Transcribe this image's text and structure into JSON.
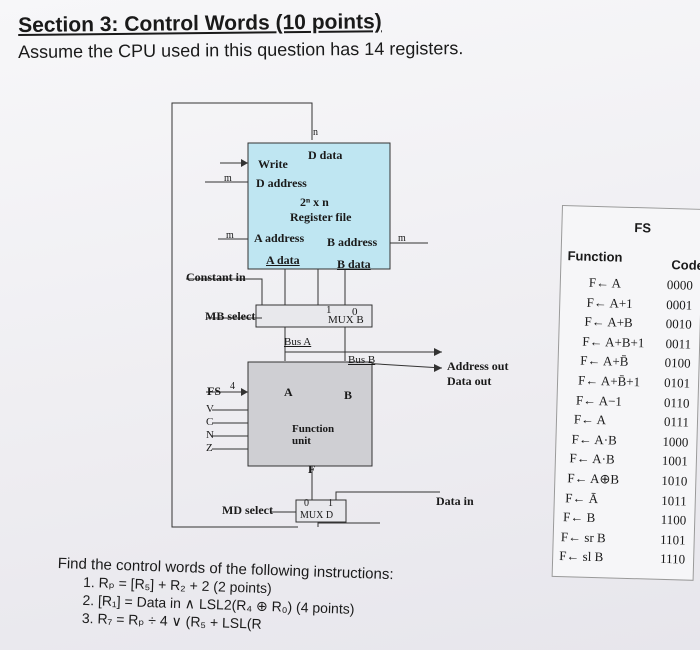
{
  "section": {
    "title": "Section 3: Control Words (10 points)",
    "subtitle": "Assume the CPU used in this question has 14 registers."
  },
  "diagram": {
    "register_file": {
      "d_data": "D data",
      "write": "Write",
      "d_address": "D address",
      "size_label": "2ⁿ x n",
      "name": "Register file",
      "a_address": "A address",
      "b_address": "B address",
      "a_data": "A data",
      "b_data": "B data"
    },
    "bus_width_n": "n",
    "bus_width_m": "m",
    "constant_in": "Constant in",
    "mb_select": "MB select",
    "mux_b": "MUX B",
    "mux_b_one": "1",
    "mux_b_zero": "0",
    "bus_a": "Bus A",
    "bus_b": "Bus B",
    "address_out": "Address out",
    "data_out": "Data out",
    "fs": "FS",
    "fs_width": "4",
    "port_a": "A",
    "port_b": "B",
    "function_unit": "Function unit",
    "flags": [
      "V",
      "C",
      "N",
      "Z"
    ],
    "port_f": "F",
    "data_in": "Data in",
    "md_select": "MD select",
    "mux_d": "MUX D",
    "mux_d_zero": "0",
    "mux_d_one": "1"
  },
  "fs_table": {
    "header": "FS",
    "col_function": "Function",
    "col_code": "Code",
    "rows": [
      {
        "fn": "F← A",
        "code": "0000"
      },
      {
        "fn": "F← A+1",
        "code": "0001"
      },
      {
        "fn": "F← A+B",
        "code": "0010"
      },
      {
        "fn": "F← A+B+1",
        "code": "0011"
      },
      {
        "fn": "F← A+B̄",
        "code": "0100"
      },
      {
        "fn": "F← A+B̄+1",
        "code": "0101"
      },
      {
        "fn": "F← A−1",
        "code": "0110"
      },
      {
        "fn": "F← A",
        "code": "0111"
      },
      {
        "fn": "F← A·B",
        "code": "1000"
      },
      {
        "fn": "F← A·B",
        "code": "1001"
      },
      {
        "fn": "F← A⊕B",
        "code": "1010"
      },
      {
        "fn": "F← Ā",
        "code": "1011"
      },
      {
        "fn": "F← B",
        "code": "1100"
      },
      {
        "fn": "F← sr B",
        "code": "1101"
      },
      {
        "fn": "F← sl B",
        "code": "1110"
      }
    ]
  },
  "instructions": {
    "prompt": "Find the control words of the following instructions:",
    "items": [
      "1.  Rₚ = [R₅] + R₂ + 2 (2 points)",
      "2.  [R₁] = Data in ∧ LSL2(R₄ ⊕ R₀) (4 points)",
      "3.  R₇ = Rₚ ÷ 4 ∨ (R₅ + LSL(R"
    ]
  },
  "colors": {
    "register_file_fill": "#bfe6f2",
    "function_unit_fill": "#cfcfd3",
    "wire": "#333333"
  }
}
